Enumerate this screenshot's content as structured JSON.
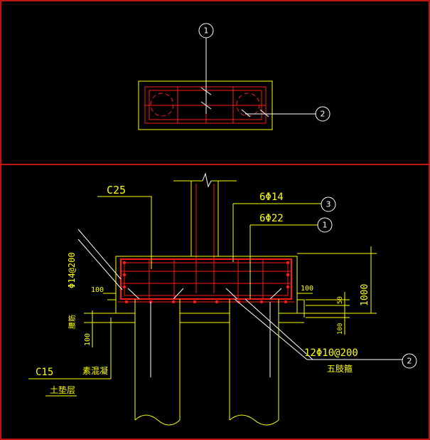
{
  "plan": {
    "marker_top": "1",
    "marker_right": "2"
  },
  "section": {
    "concrete_grade": "C25",
    "bar_top_label": "6Φ14",
    "bar_bottom_label": "6Φ22",
    "side_bar_label": "Φ14@200",
    "side_note": "腰筋",
    "stirrup_label": "12Φ10@200",
    "stirrup_note": "五肢箍",
    "marker_3": "3",
    "marker_1": "1",
    "marker_2": "2",
    "dim_left_100": "100",
    "dim_right_100": "100",
    "dim_1000": "1000",
    "dim_50": "50",
    "dim_100_low": "100",
    "dim_100_left": "100",
    "blind_grade": "C15",
    "blind_material": "素混凝",
    "soil_layer": "土垫层"
  },
  "colors": {
    "frame": "#ff1a1a",
    "lines": "#ffff00",
    "rebar": "#ff1a1a",
    "leaders": "#ffffff"
  }
}
